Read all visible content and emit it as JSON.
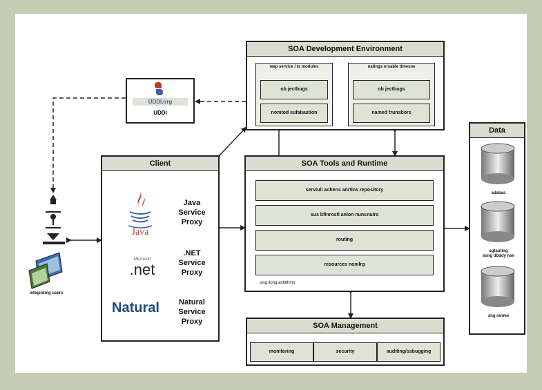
{
  "uddi": {
    "logo_text": "UDDI.org",
    "label": "UDDI"
  },
  "dev_env": {
    "title": "SOA Development Environment",
    "left_group": {
      "title": "wep service / ts modules",
      "items": [
        "ob jectbugs",
        "nomtod sufabastion"
      ]
    },
    "right_group": {
      "title": "natings orsable timesne",
      "items": [
        "ob jectbugs",
        "named frunsbors"
      ]
    }
  },
  "client": {
    "title": "Client",
    "proxies": [
      "Java\nService\nProxy",
      ".NET\nService\nProxy",
      "Natural\nService\nProxy"
    ],
    "logos": {
      "java": "Java",
      "net": ".net",
      "natural": "Natural"
    }
  },
  "tools": {
    "title": "SOA Tools and Runtime",
    "items": [
      "serviuli anhens anrtlns repository",
      "sus bfinrostl anlon nunsnulrs",
      "routing",
      "resources nonilrg"
    ],
    "footer": "sing ilong anktthms"
  },
  "management": {
    "title": "SOA Management",
    "items": [
      "monitoring",
      "security",
      "auditing/ssbugging"
    ]
  },
  "data": {
    "title": "Data",
    "labels": [
      "adabas",
      "sgtauting\nsong dbddy nsn",
      "sng ranme"
    ]
  },
  "consumer": {
    "label": "integrating users"
  },
  "colors": {
    "background": "#c5cdb3",
    "header": "#d9ddd0",
    "cell": "#dfe3d6",
    "java_red": "#c0392b",
    "java_blue": "#3b5ea8",
    "natural_blue": "#1a4a7a"
  }
}
